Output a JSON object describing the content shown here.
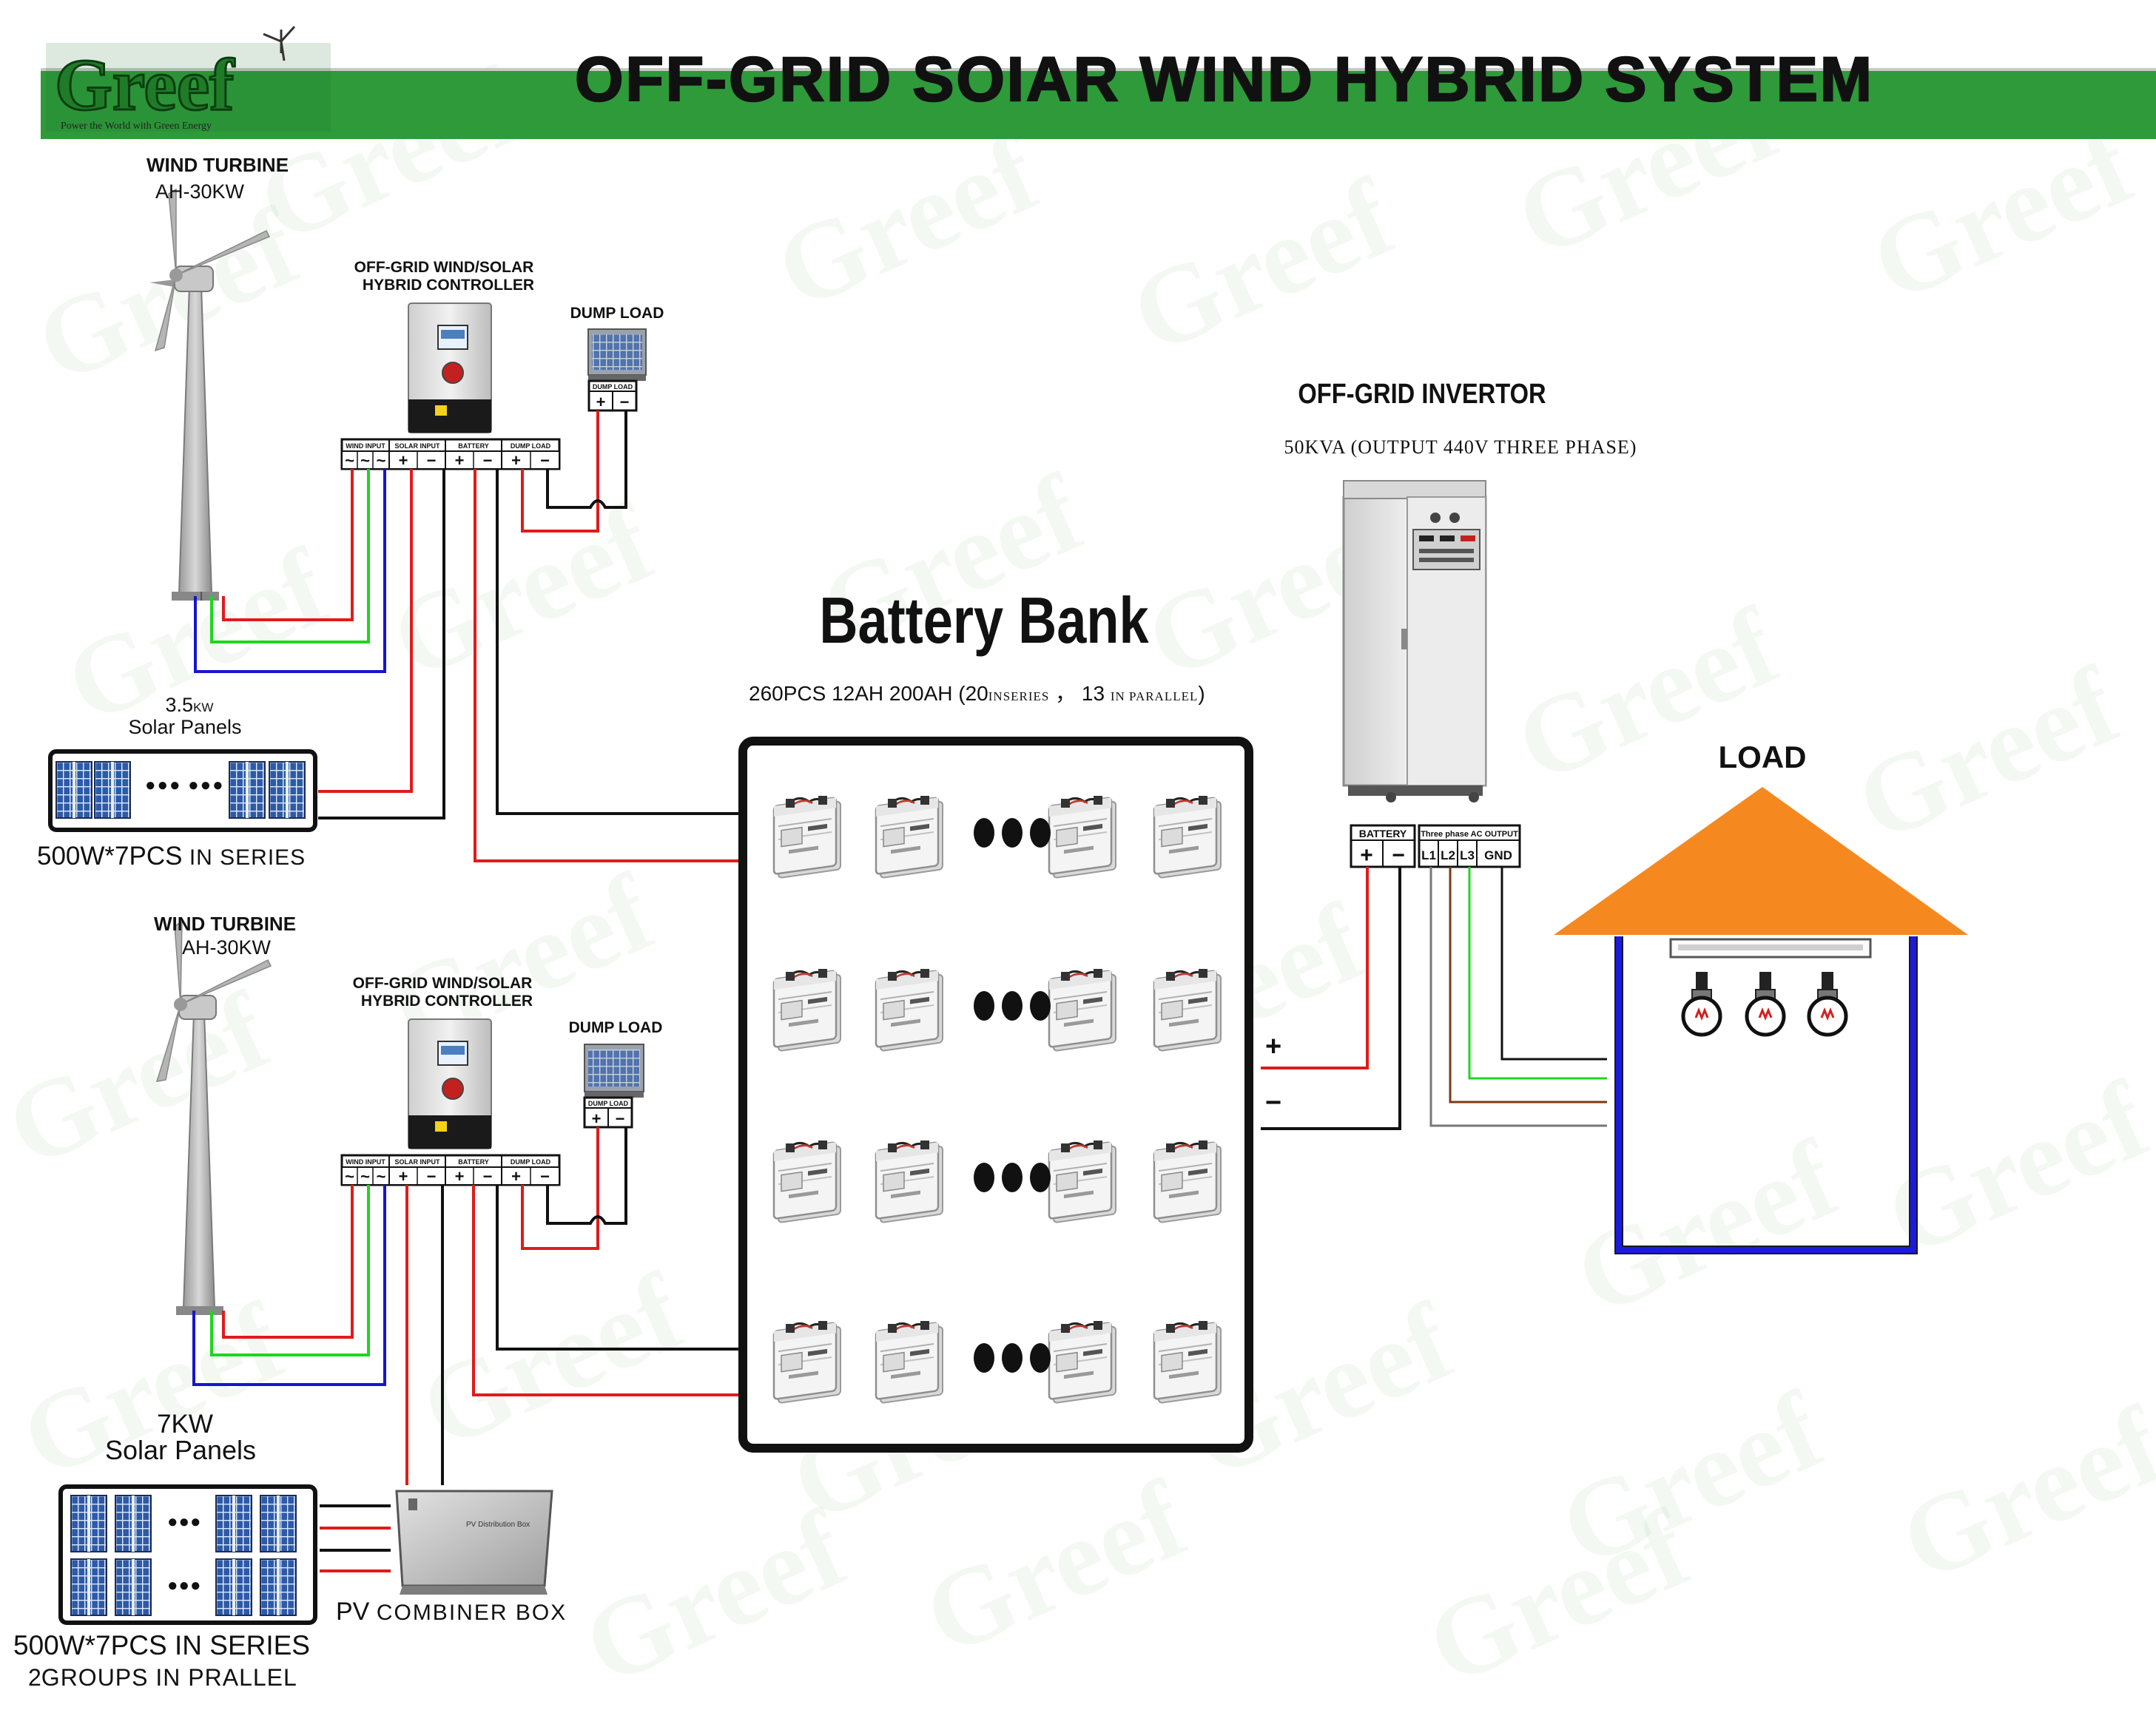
{
  "header": {
    "logo_text": "Greef",
    "logo_tagline": "Power the World with Green Energy",
    "title": "OFF-GRID  SOIAR WIND HYBRID SYSTEM",
    "bar_color": "#2e9a3a",
    "title_color": "#111111"
  },
  "watermark": {
    "text": "Greef"
  },
  "turbines": [
    {
      "title": "WIND TURBINE",
      "model": "AH-30KW"
    },
    {
      "title": "WIND TURBINE",
      "model": "AH-30KW"
    }
  ],
  "controllers": [
    {
      "title_line1": "OFF-GRID WIND/SOLAR",
      "title_line2": "HYBRID  CONTROLLER"
    },
    {
      "title_line1": "OFF-GRID WIND/SOLAR",
      "title_line2": "HYBRID CONTROLLER"
    }
  ],
  "terminal_block": {
    "wind_input": "WIND INPUT",
    "solar_input": "SOLAR  INPUT",
    "battery": "BATTERY",
    "dump_load": "DUMP LOAD",
    "plus": "+",
    "minus": "−",
    "tilde": "~"
  },
  "dump_loads": [
    {
      "title": "DUMP LOAD",
      "plate": "DUMP LOAD"
    },
    {
      "title": "DUMP LOAD",
      "plate": "DUMP LOAD"
    }
  ],
  "solar_upper": {
    "power_value": "3.5",
    "power_unit": "kw",
    "label": "Solar Panels",
    "spec_main": "500W*7PCS",
    "spec_tail": " IN SERIES",
    "dots": "●●●   ●●●"
  },
  "solar_lower": {
    "power": "7KW",
    "label": "Solar Panels",
    "spec_line1": "500W*7PCS IN SERIES",
    "spec_line2_num": "2",
    "spec_line2_rest": "GROUPS IN PRALLEL",
    "dots": "●●●"
  },
  "combiner": {
    "label_big": "PV ",
    "label_small": "COMBINER BOX",
    "plate": "PV Distribution Box"
  },
  "battery_bank": {
    "title": "Battery Bank",
    "spec_a": "260PCS   12AH 200AH (20",
    "spec_b": "INSERIES",
    "spec_c": " ，  13  ",
    "spec_d": "IN PARALLEL",
    "spec_e": ")",
    "rows": 4,
    "cols_shown": 4
  },
  "inverter": {
    "title": "OFF-GRID INVERTOR",
    "spec": "50KVA  (OUTPUT 440V THREE PHASE)",
    "battery_label": "BATTERY",
    "output_label": "Three phase AC  OUTPUT",
    "terminals": [
      "L1",
      "L2",
      "L3",
      "GND"
    ],
    "plus": "+",
    "minus": "−"
  },
  "bus_labels": {
    "plus": "+",
    "minus": "−"
  },
  "load": {
    "title": "LOAD",
    "roof_color": "#f5891f",
    "frame_color": "#1a1ae0"
  },
  "wire_colors": {
    "red": "#e01b1b",
    "green": "#1fd61f",
    "blue": "#1515d0",
    "black": "#111111",
    "brown": "#7a3a16",
    "gray": "#777777"
  }
}
